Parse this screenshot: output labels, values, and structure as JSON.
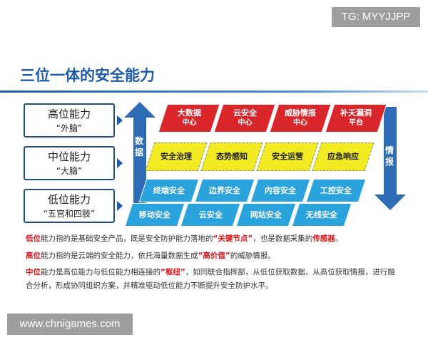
{
  "watermarks": {
    "top": "TG: MYYJJPP",
    "bottom": "www.chnigames.com"
  },
  "title": "三位一体的安全能力",
  "levels": [
    {
      "label": "高位能力",
      "sub": "“外脑”"
    },
    {
      "label": "中位能力",
      "sub": "“大脑”"
    },
    {
      "label": "低位能力",
      "sub": "“五官和四肢”"
    }
  ],
  "arrows": {
    "up": "数据",
    "down": "情报"
  },
  "high_row": [
    {
      "l1": "大数据",
      "l2": "中心"
    },
    {
      "l1": "云安全",
      "l2": "中心"
    },
    {
      "l1": "威胁情报",
      "l2": "中心"
    },
    {
      "l1": "补天漏洞",
      "l2": "平台"
    }
  ],
  "mid_row": [
    "安全治理",
    "态势感知",
    "安全运营",
    "应急响应"
  ],
  "low_row1": [
    "终端安全",
    "边界安全",
    "内容安全",
    "工控安全"
  ],
  "low_row2": [
    "移动安全",
    "云安全",
    "网站安全",
    "无线安全"
  ],
  "colors": {
    "title": "#1f5ba8",
    "high": "#d9262b",
    "mid": "#f2ea22",
    "low": "#2aa3dd",
    "highlight": "#e0161c"
  },
  "descriptions": [
    {
      "a": "低位",
      "b": "能力指的是基础安全产品，既是安全防护能力落地的",
      "c": "“关键节点”",
      "d": "，也是数据采集的",
      "e": "传感器",
      "f": "。"
    },
    {
      "a": "高位",
      "b": "能力指的是云端的安全能力，依托海量数据生成",
      "c": "“高价值”",
      "d": "的威胁情报。",
      "e": "",
      "f": ""
    },
    {
      "a": "中位",
      "b": "能力是高位能力与低位能力相连接的",
      "c": "“枢纽”",
      "d": "，如同联合指挥部，从低位获取数据，从高位获取情报，进行融合分析，形成协同组织方案，并精准驱动低位能力不断提升安全防护水平。",
      "e": "",
      "f": ""
    }
  ]
}
